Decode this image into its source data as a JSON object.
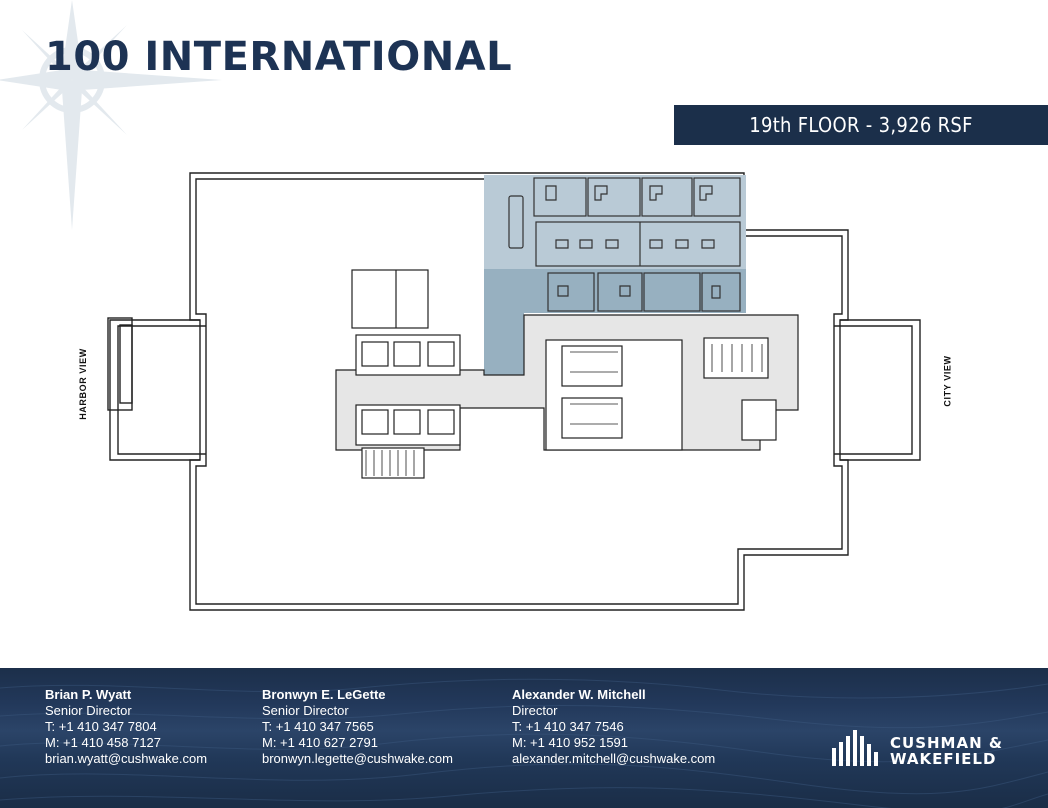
{
  "property": {
    "title": "100 INTERNATIONAL"
  },
  "floor": {
    "label": "19th FLOOR - 3,926 RSF"
  },
  "views": {
    "left": "HARBOR VIEW",
    "right": "CITY VIEW"
  },
  "colors": {
    "navy": "#1d3354",
    "banner": "#1b2f4a",
    "highlight": "#b9cad6",
    "highlight_dark": "#97b0c0",
    "core": "#e6e6e6"
  },
  "contacts": [
    {
      "name": "Brian P. Wyatt",
      "role": "Senior Director",
      "phone": "T: +1 410 347 7804",
      "mobile": "M: +1 410 458 7127",
      "email": "brian.wyatt@cushwake.com"
    },
    {
      "name": "Bronwyn E. LeGette",
      "role": "Senior Director",
      "phone": "T: +1 410 347 7565",
      "mobile": "M: +1 410 627 2791",
      "email": "bronwyn.legette@cushwake.com"
    },
    {
      "name": "Alexander W. Mitchell",
      "role": "Director",
      "phone": "T: +1 410 347 7546",
      "mobile": "M: +1 410 952 1591",
      "email": "alexander.mitchell@cushwake.com"
    }
  ],
  "brand": {
    "line1": "CUSHMAN &",
    "line2": "WAKEFIELD",
    "logo_icon": "building-bars-icon"
  },
  "decor": {
    "icon": "compass-rose-icon"
  }
}
